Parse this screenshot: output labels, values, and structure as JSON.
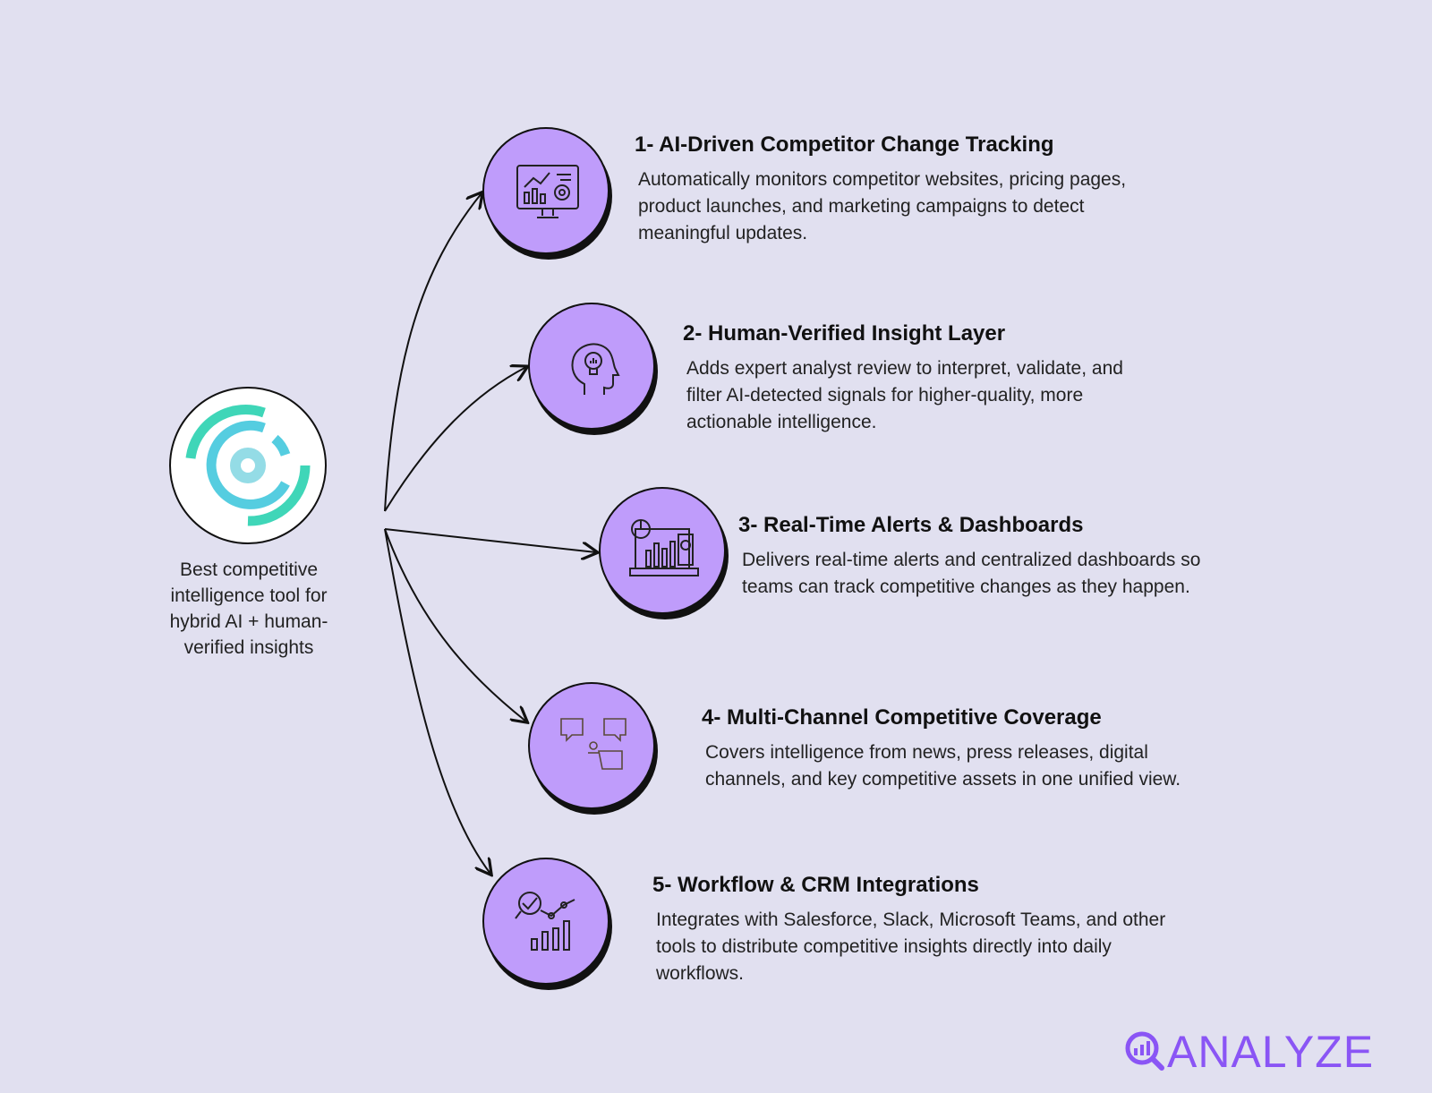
{
  "hub": {
    "caption": "Best competitive intelligence tool for hybrid AI + human-verified insights"
  },
  "items": [
    {
      "title": "1- AI-Driven Competitor Change Tracking",
      "description": "Automatically monitors competitor websites, pricing pages, product launches, and marketing campaigns to detect meaningful updates.",
      "icon": "monitor-analytics-gear-icon"
    },
    {
      "title": "2- Human-Verified Insight Layer",
      "description": "Adds expert analyst review to interpret, validate, and filter AI-detected signals for higher-quality, more actionable intelligence.",
      "icon": "head-lightbulb-icon"
    },
    {
      "title": "3- Real-Time Alerts & Dashboards",
      "description": "Delivers real-time alerts and centralized dashboards so teams can track competitive changes as they happen.",
      "icon": "dashboard-laptop-icon"
    },
    {
      "title": "4- Multi-Channel Competitive Coverage",
      "description": "Covers intelligence from news, press releases, digital channels, and key competitive assets in one unified view.",
      "icon": "chat-bubbles-icon"
    },
    {
      "title": "5- Workflow & CRM Integrations",
      "description": "Integrates with Salesforce, Slack, Microsoft Teams, and other tools to distribute competitive insights directly into daily workflows.",
      "icon": "search-chart-icon"
    }
  ],
  "brand": {
    "name": "ANALYZE",
    "color": "#8a55f5"
  },
  "colors": {
    "node": "#bf9cfb",
    "background": "#e1e0f0"
  }
}
